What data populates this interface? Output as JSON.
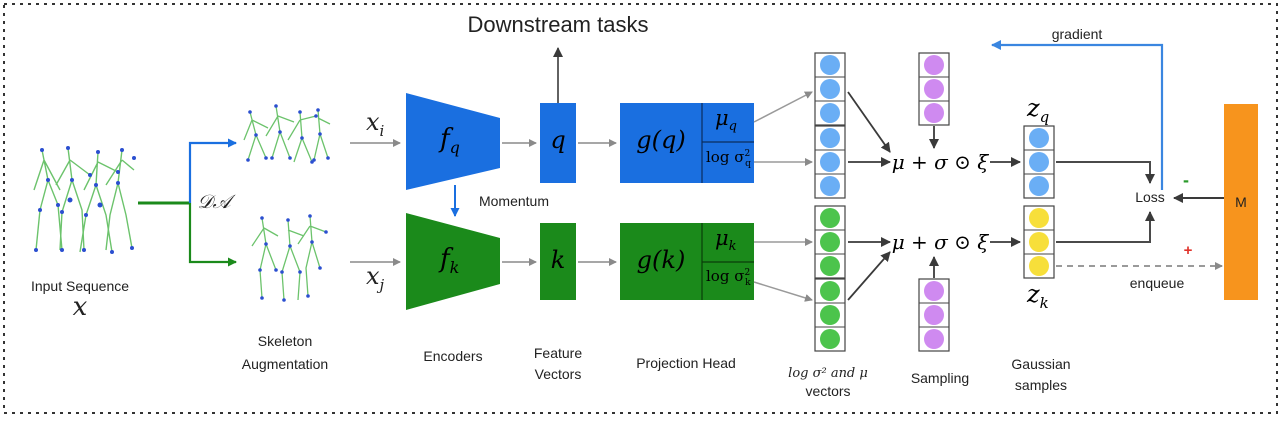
{
  "labels": {
    "downstream": "Downstream tasks",
    "gradient": "gradient",
    "da": "𝒟𝒜",
    "momentum": "Momentum",
    "input_seq": "Input Sequence",
    "input_var": "x",
    "xi": "x",
    "xi_sub": "i",
    "xj": "x",
    "xj_sub": "j",
    "fq": "f",
    "fq_sub": "q",
    "fk": "f",
    "fk_sub": "k",
    "q": "q",
    "k": "k",
    "gq": "g(q)",
    "gk": "g(k)",
    "mu_q": "μ",
    "mu_q_sub": "q",
    "mu_k": "μ",
    "mu_k_sub": "k",
    "logsig_q": "log σ",
    "logsig_q_sup": "2",
    "logsig_q_sub": "q",
    "logsig_k": "log σ",
    "logsig_k_sup": "2",
    "logsig_k_sub": "k",
    "reparam_top": "μ + σ ⊙ ξ",
    "reparam_bot": "μ + σ ⊙ ξ",
    "zq": "z",
    "zq_sub": "q",
    "zk": "z",
    "zk_sub": "k",
    "loss": "Loss",
    "m": "M",
    "minus": "-",
    "plus": "+",
    "enqueue": "enqueue",
    "skeleton_aug_1": "Skeleton",
    "skeleton_aug_2": "Augmentation",
    "encoders": "Encoders",
    "feature_1": "Feature",
    "feature_2": "Vectors",
    "proj_head": "Projection Head",
    "vectors_math": "log σ² and μ",
    "vectors_word": "vectors",
    "sampling": "Sampling",
    "gaussian_1": "Gaussian",
    "gaussian_2": "samples"
  },
  "colors": {
    "blue": "#1a6fe0",
    "green": "#1b8a1b",
    "orange": "#f7941d",
    "circle_blue": "#6aaef5",
    "circle_green": "#4cc44c",
    "circle_violet": "#cf8af0",
    "circle_yellow": "#f7df3a",
    "gradient_arrow": "#3a86e0",
    "enqueue_plus": "#e0332b",
    "minus_green": "#2a9a2a"
  }
}
